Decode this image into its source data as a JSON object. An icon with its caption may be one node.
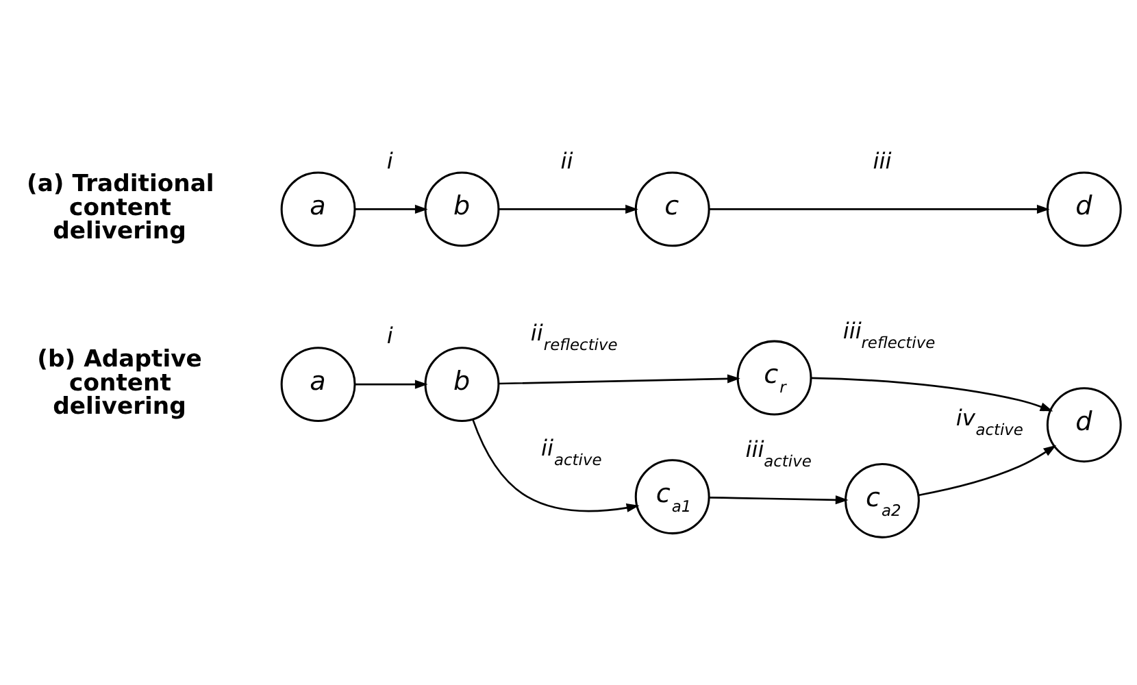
{
  "diagram": {
    "nodes": [
      {
        "text": [
          "a"
        ]
      },
      {
        "text": [
          "b"
        ]
      },
      {
        "text": [
          "c"
        ]
      },
      {
        "text": [
          "d"
        ]
      },
      {
        "text": [
          "a"
        ]
      },
      {
        "text": [
          "b"
        ]
      },
      {
        "text": [
          "c$_{r}$"
        ]
      },
      {
        "text": [
          "c$_{a1}$"
        ]
      },
      {
        "text": [
          "c$_{a2}$"
        ]
      },
      {
        "text": [
          "d"
        ]
      }
    ],
    "edges": [
      {
        "from": 0,
        "to": 1,
        "arrow": "to",
        "label": "i"
      },
      {
        "from": 1,
        "to": 2,
        "arrow": "to",
        "label": "ii"
      },
      {
        "from": 2,
        "to": 3,
        "arrow": "to",
        "label": "iii"
      },
      {
        "from": 4,
        "to": 5,
        "arrow": "to",
        "label": "i"
      },
      {
        "from": 5,
        "to": 6,
        "arrow": "to",
        "label": "ii$_{reflective}$"
      },
      {
        "from": 6,
        "to": 9,
        "arrow": "to",
        "label": "iii$_{reflective}$"
      },
      {
        "from": 5,
        "to": 7,
        "arrow": "to",
        "label": "ii$_{active}$"
      },
      {
        "from": 7,
        "to": 8,
        "arrow": "to",
        "label": "iii$_{active}$"
      },
      {
        "from": 8,
        "to": 9,
        "arrow": "to",
        "label": "iv$_{active}$"
      }
    ],
    "labels": [
      "(a) Traditional content delivering",
      "(b) Adaptive content delivering"
    ]
  }
}
